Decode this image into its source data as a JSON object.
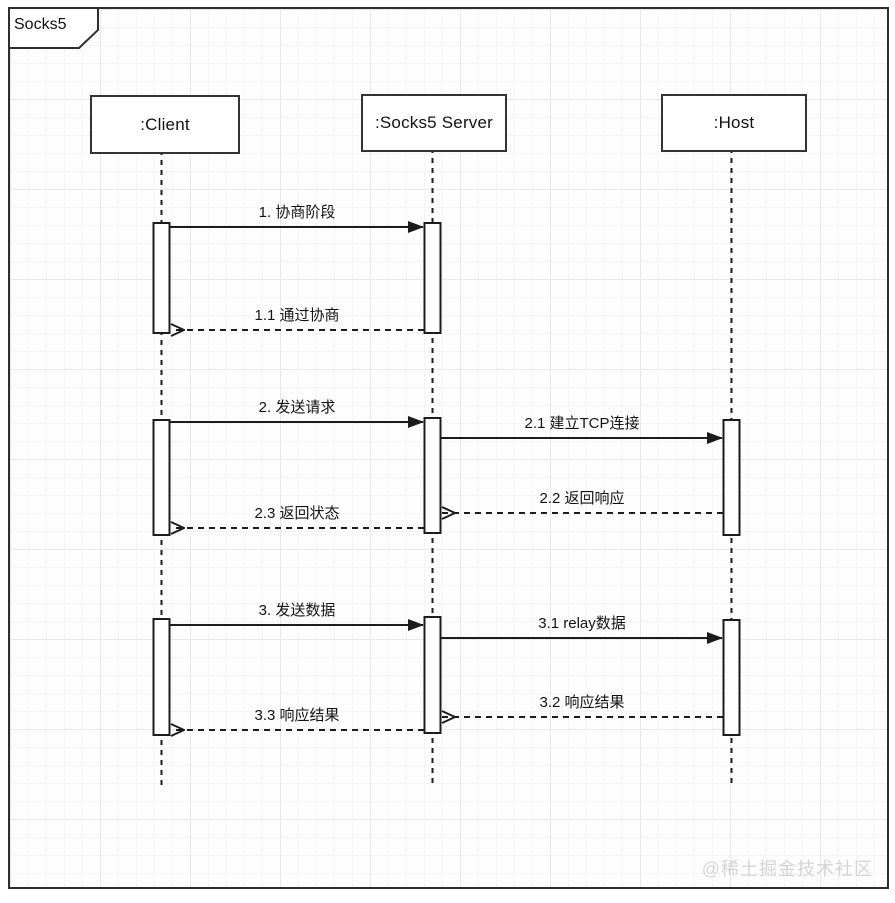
{
  "frame": {
    "title": "Socks5",
    "type": "sequence-diagram"
  },
  "participants": [
    {
      "name": ":Client"
    },
    {
      "name": ":Socks5 Server"
    },
    {
      "name": ":Host"
    }
  ],
  "messages": [
    {
      "label": "1. 协商阶段",
      "type": "sync",
      "from": ":Client",
      "to": ":Socks5 Server"
    },
    {
      "label": "1.1 通过协商",
      "type": "return",
      "from": ":Socks5 Server",
      "to": ":Client"
    },
    {
      "label": "2. 发送请求",
      "type": "sync",
      "from": ":Client",
      "to": ":Socks5 Server"
    },
    {
      "label": "2.1 建立TCP连接",
      "type": "sync",
      "from": ":Socks5 Server",
      "to": ":Host"
    },
    {
      "label": "2.2 返回响应",
      "type": "return",
      "from": ":Host",
      "to": ":Socks5 Server"
    },
    {
      "label": "2.3 返回状态",
      "type": "return",
      "from": ":Socks5 Server",
      "to": ":Client"
    },
    {
      "label": "3. 发送数据",
      "type": "sync",
      "from": ":Client",
      "to": ":Socks5 Server"
    },
    {
      "label": "3.1 relay数据",
      "type": "sync",
      "from": ":Socks5 Server",
      "to": ":Host"
    },
    {
      "label": "3.2 响应结果",
      "type": "return",
      "from": ":Host",
      "to": ":Socks5 Server"
    },
    {
      "label": "3.3 响应结果",
      "type": "return",
      "from": ":Socks5 Server",
      "to": ":Client"
    }
  ],
  "watermark": "@稀土掘金技术社区",
  "colors": {
    "line": "#1c1c1c",
    "box_border": "#333333",
    "grid": "#e9e9e9",
    "watermark": "#d5d5d5"
  }
}
